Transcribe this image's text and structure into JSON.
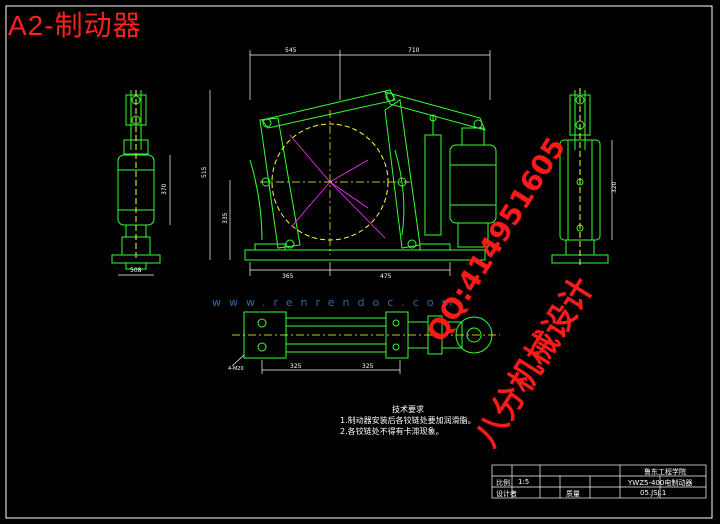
{
  "sheet": {
    "title": "A2-制动器"
  },
  "dimensions": {
    "top_left": "545",
    "top_right": "710",
    "left_height": "515",
    "left_inner": "335",
    "bottom_left": "365",
    "bottom_right": "475",
    "plan_left": "325",
    "plan_right": "325",
    "plan_note": "4-M20",
    "left_view_width": "508",
    "left_view_height": "370",
    "right_view_height": "320"
  },
  "notes": {
    "heading": "技术要求",
    "line1": "1.制动器安装后各铰链处要加润滑脂。",
    "line2": "2.各铰链处不得有卡滞现象。"
  },
  "title_block": {
    "school": "鲁东工程学院",
    "drawing_name": "YWZ5-400电制动器",
    "drawing_no": "05.JSJ.1",
    "scale_label": "比例",
    "scale": "1:5",
    "designer_label": "设计者",
    "mass_label": "质量"
  },
  "watermarks": {
    "site": "www.renrendoc.com",
    "qq": "QQ:414951605",
    "studio": "八分机械设计"
  },
  "colors": {
    "background": "#000000",
    "part": "#33ff33",
    "dim": "#ffffff",
    "center": "#ffff33",
    "red": "#ff1a1a",
    "accent": "#33ffff",
    "magenta": "#ff33ff"
  }
}
